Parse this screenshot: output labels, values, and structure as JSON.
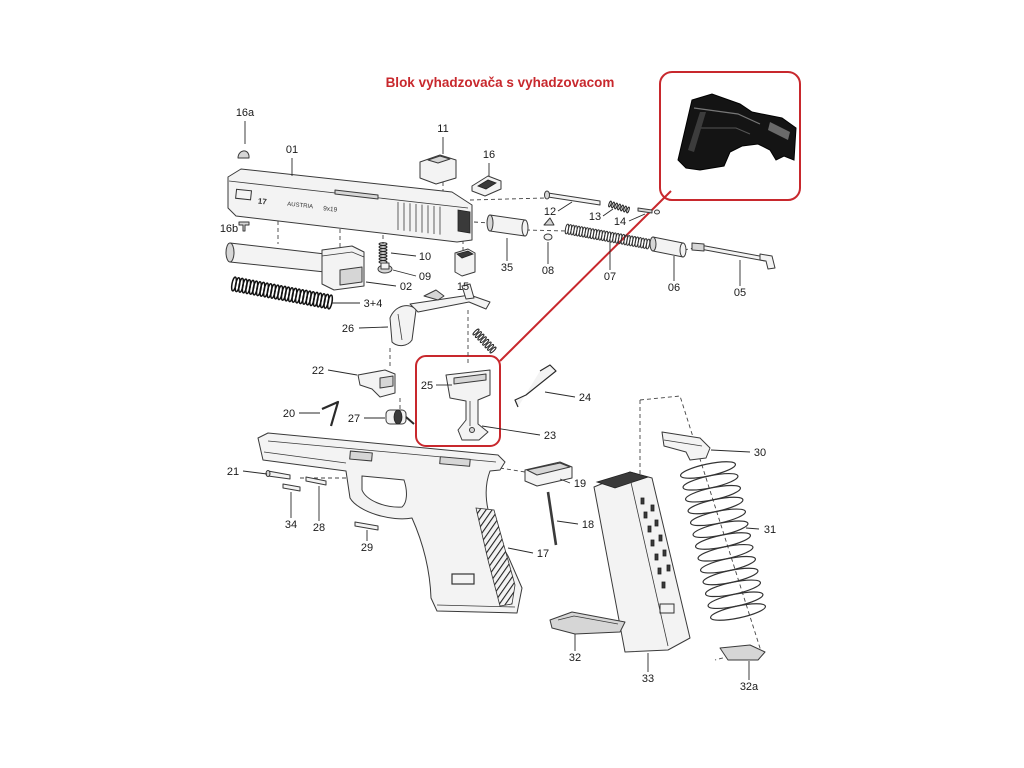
{
  "title": "Blok vyhadzovača s vyhadzovacom",
  "title_color": "#c8282d",
  "highlight_color": "#c8282d",
  "slide_markings": {
    "model": "17",
    "origin": "AUSTRIA",
    "caliber": "9x19"
  },
  "part_labels": [
    "16a",
    "11",
    "01",
    "16",
    "16b",
    "10",
    "09",
    "02",
    "35",
    "15",
    "08",
    "12",
    "13",
    "14",
    "07",
    "06",
    "05",
    "3+4",
    "26",
    "22",
    "25",
    "24",
    "20",
    "27",
    "23",
    "30",
    "21",
    "19",
    "31",
    "34",
    "28",
    "18",
    "29",
    "17",
    "32",
    "33",
    "32a"
  ]
}
